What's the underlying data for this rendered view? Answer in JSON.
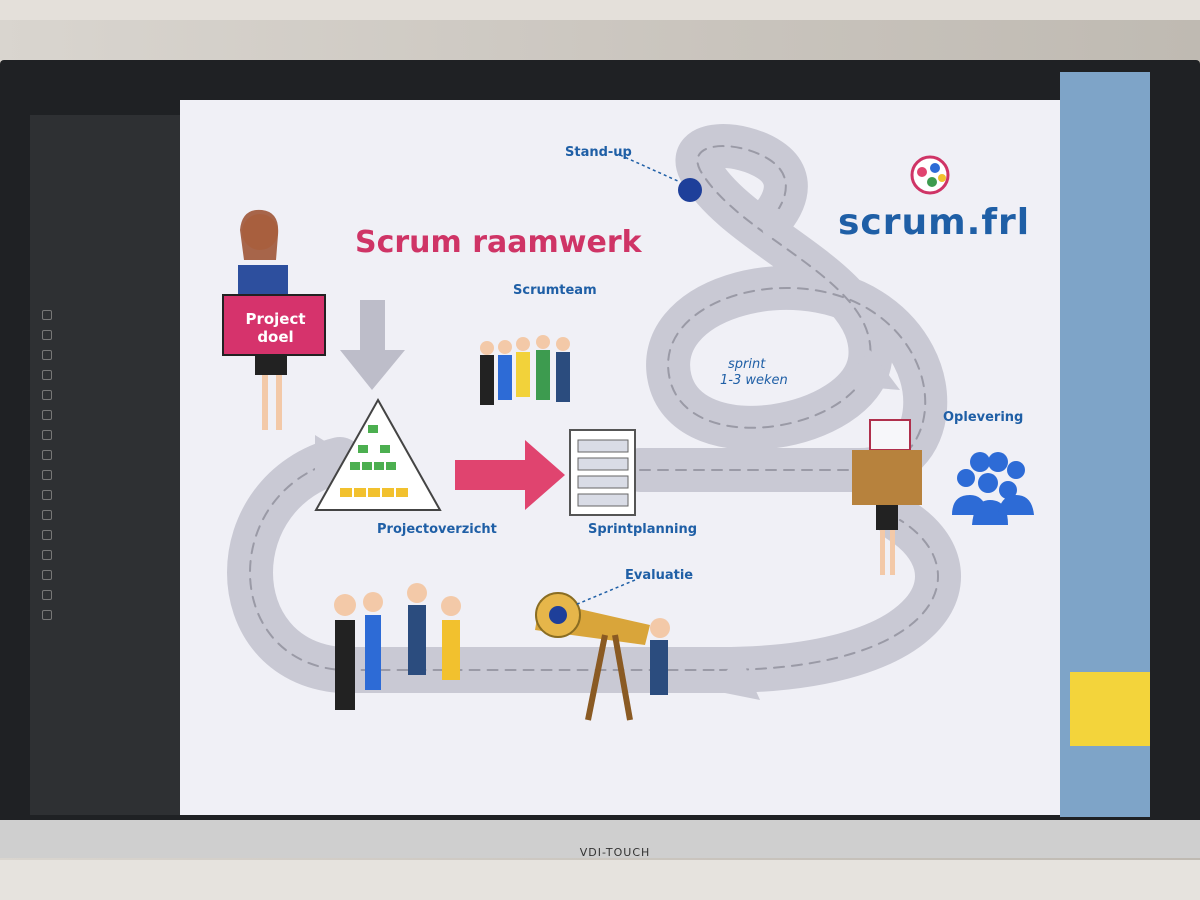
{
  "slide": {
    "title": "Scrum raamwerk",
    "logo": "scrum.frl",
    "labels": {
      "standup": "Stand-up",
      "scrumteam": "Scrumteam",
      "project_doel": "Project doel",
      "sprint_line1": "sprint",
      "sprint_line2": "1-3 weken",
      "oplevering": "Oplevering",
      "projectoverzicht": "Projectoverzicht",
      "sprintplanning": "Sprintplanning",
      "evaluatie": "Evaluatie"
    }
  },
  "monitor": {
    "brand": "VDI-TOUCH"
  },
  "colors": {
    "title": "#cf3466",
    "label": "#1f5fa6",
    "road": "#c9c9d4",
    "arrow_pink": "#e0446f",
    "accent_yellow": "#f3d43b"
  },
  "icons": [
    "person-icon",
    "pyramid-icon",
    "board-icon",
    "gift-icon",
    "group-icon",
    "telescope-icon",
    "standup-circle-icon",
    "logo-circle-icon",
    "toolbar-icon"
  ]
}
